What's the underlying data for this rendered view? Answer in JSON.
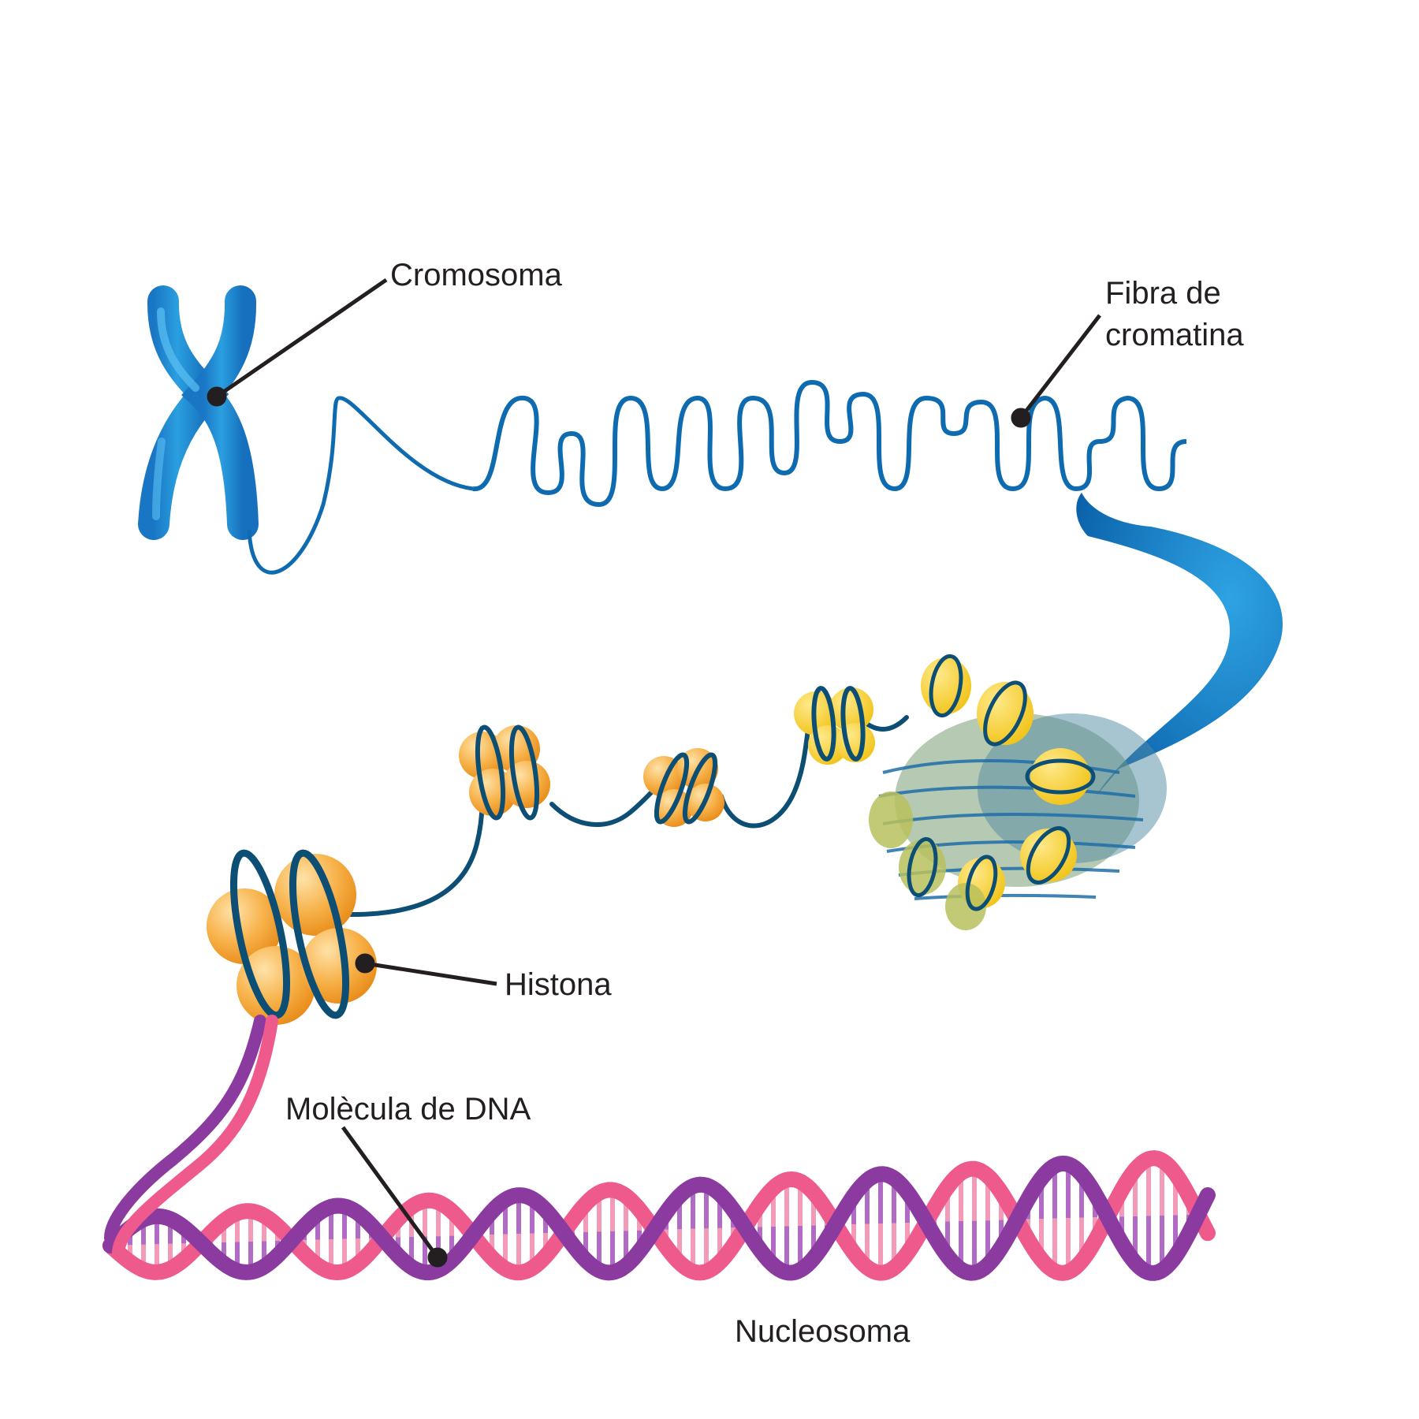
{
  "labels": {
    "chromosome": "Cromosoma",
    "chromatin_line1": "Fibra de",
    "chromatin_line2": "cromatina",
    "histone": "Histona",
    "dna": "Molècula de DNA",
    "nucleosome": "Nucleosoma"
  },
  "colors": {
    "chromosome": "#1e8fd6",
    "fiber": "#0e6bb0",
    "dna_wire": "#0d4e74",
    "histone": "#f5b041",
    "histone_dark": "#e8901e",
    "yellow": "#f6d13a",
    "strand_pink": "#ee5a8c",
    "strand_purple": "#8b3aa0",
    "text": "#231f20"
  },
  "icons": [
    "chromosome-icon",
    "chromatin-fiber-icon",
    "nucleosome-icon",
    "histone-icon",
    "dna-helix-icon"
  ]
}
